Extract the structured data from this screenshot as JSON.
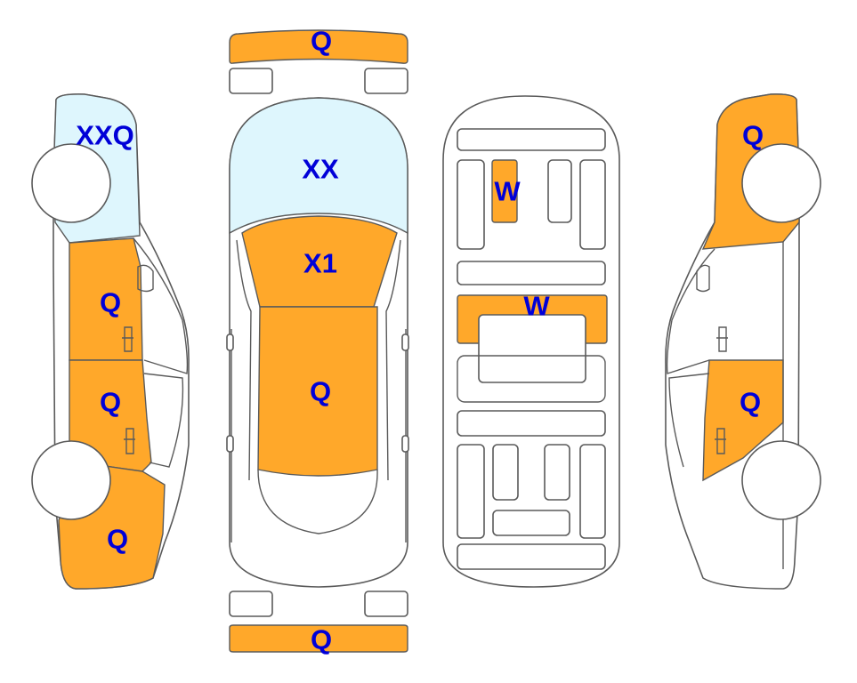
{
  "colors": {
    "damage": "#ffa82a",
    "glass": "#def6fd",
    "label": "#0000d8",
    "outline": "#5a5a5a",
    "wheel": "#ffffff"
  },
  "marks": {
    "front_bumper": "Q",
    "rear_bumper": "Q",
    "left_front_fender": "XXQ",
    "left_front_door": "Q",
    "left_rear_door": "Q",
    "left_quarter": "Q",
    "hood": "XX",
    "windshield_cowl": "X1",
    "roof": "Q",
    "floor_front": "W",
    "floor_center": "W",
    "right_fender": "Q",
    "right_rear_door": "Q"
  }
}
